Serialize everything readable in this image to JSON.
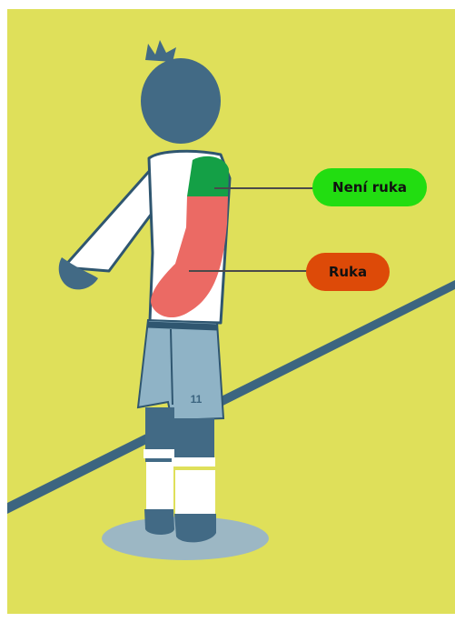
{
  "colors": {
    "background": "#dfe05a",
    "hair_skin": "#426a85",
    "shirt": "#ffffff",
    "outline": "#2f5670",
    "shorts": "#8fb3c6",
    "shadow": "#9cb7c4",
    "field_line": "#3c6580",
    "not_arm_highlight": "#14a046",
    "arm_highlight": "#eb6a64",
    "not_arm_callout": "#22dd11",
    "arm_callout": "#dd4a08",
    "leader_line": "#4a4a4a"
  },
  "player": {
    "shorts_number": "11"
  },
  "labels": {
    "not_arm": "Není ruka",
    "arm": "Ruka"
  }
}
